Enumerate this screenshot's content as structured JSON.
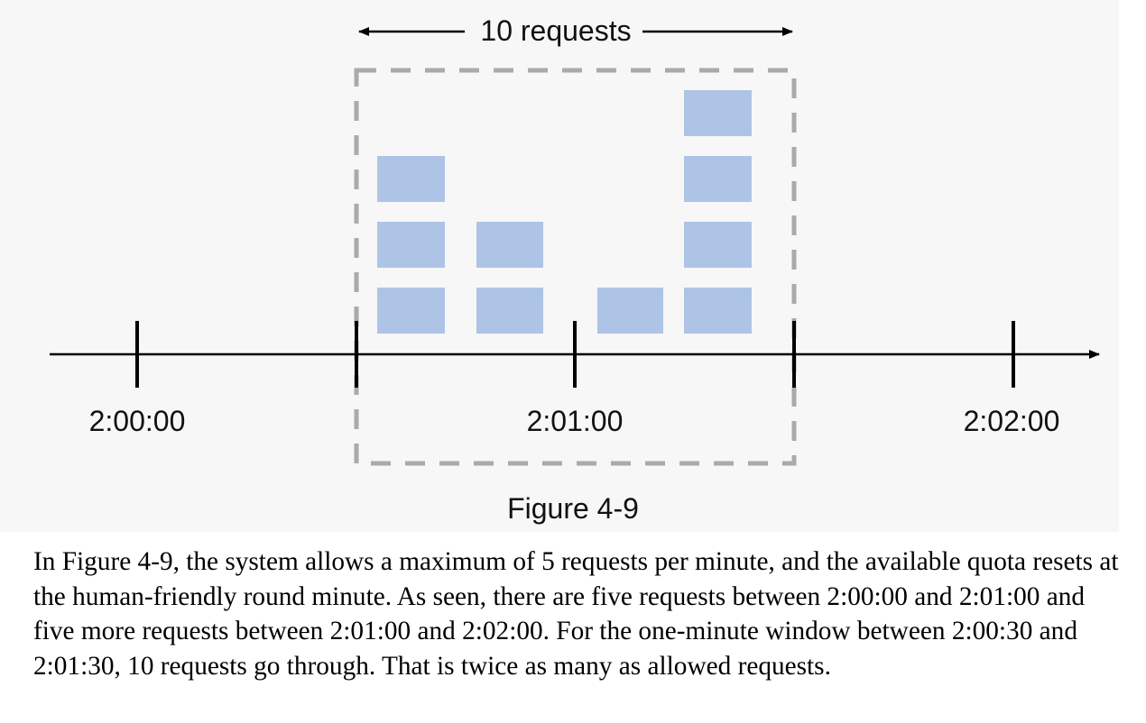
{
  "diagram": {
    "window_label": "10 requests",
    "time_labels": [
      "2:00:00",
      "2:01:00",
      "2:02:00"
    ],
    "figure_caption": "Figure 4-9",
    "colors": {
      "request_block": "#adc4e6",
      "window_border": "#aaaaaa",
      "axis": "#000000"
    }
  },
  "body_text": "In Figure 4-9, the system allows a maximum of 5 requests per minute, and the available quota resets at the human-friendly round minute. As seen, there are five requests between 2:00:00 and 2:01:00 and five more requests between 2:01:00 and 2:02:00. For the one-minute window between 2:00:30 and 2:01:30, 10 requests go through. That is twice as many as allowed requests."
}
